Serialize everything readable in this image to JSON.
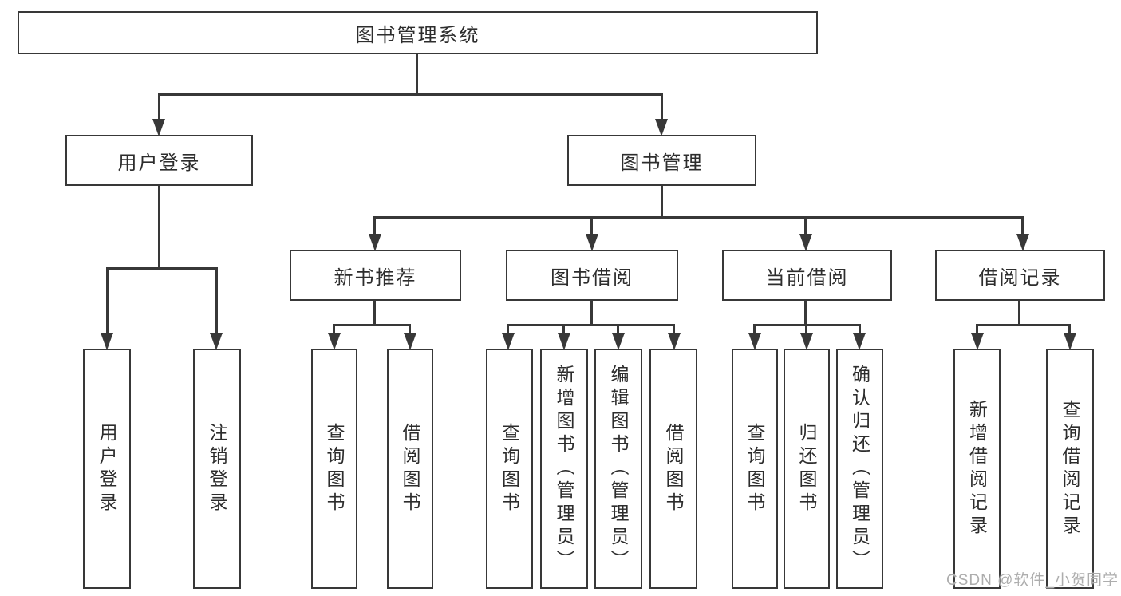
{
  "tree": {
    "label": "图书管理系统",
    "children": [
      {
        "label": "用户登录",
        "children": [
          {
            "label": "用户登录"
          },
          {
            "label": "注销登录"
          }
        ]
      },
      {
        "label": "图书管理",
        "children": [
          {
            "label": "新书推荐",
            "children": [
              {
                "label": "查询图书"
              },
              {
                "label": "借阅图书"
              }
            ]
          },
          {
            "label": "图书借阅",
            "children": [
              {
                "label": "查询图书"
              },
              {
                "label": "新增图书（管理员）"
              },
              {
                "label": "编辑图书（管理员）"
              },
              {
                "label": "借阅图书"
              }
            ]
          },
          {
            "label": "当前借阅",
            "children": [
              {
                "label": "查询图书"
              },
              {
                "label": "归还图书"
              },
              {
                "label": "确认归还（管理员）"
              }
            ]
          },
          {
            "label": "借阅记录",
            "children": [
              {
                "label": "新增借阅记录"
              },
              {
                "label": "查询借阅记录"
              }
            ]
          }
        ]
      }
    ]
  },
  "watermark": {
    "text": "CSDN @软件_小贺同学"
  },
  "colors": {
    "line": "#383838",
    "box_border": "#383838",
    "text": "#2d2d2d",
    "watermark": "#adadad",
    "background": "#ffffff"
  }
}
